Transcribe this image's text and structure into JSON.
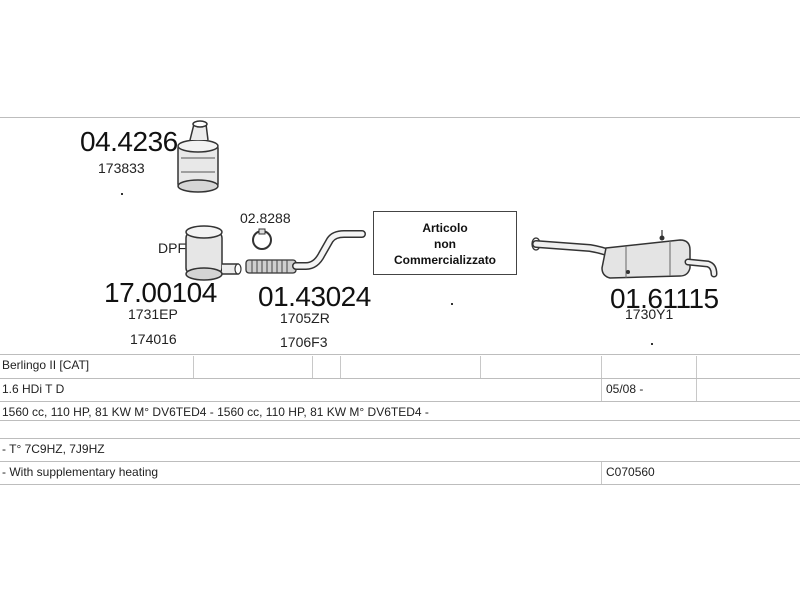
{
  "parts": [
    {
      "main_code": "04.4236",
      "sub_codes": [
        "173833"
      ]
    },
    {
      "prefix": "DPF",
      "main_code": "17.00104",
      "sub_codes": [
        "1731EP",
        "174016"
      ]
    },
    {
      "clamp_code": "02.8288",
      "main_code": "01.43024",
      "sub_codes": [
        "1705ZR",
        "1706F3"
      ]
    },
    {
      "main_code": "01.61115",
      "sub_codes": [
        "1730Y1"
      ]
    }
  ],
  "notice": [
    "Articolo",
    "non",
    "Commercializzato"
  ],
  "table": {
    "rows": [
      {
        "left": "Berlingo II  [CAT]",
        "right": ""
      },
      {
        "left": "1.6 HDi T D",
        "right": "05/08 -"
      },
      {
        "left": "1560 cc, 110 HP, 81 KW M° DV6TED4 - 1560 cc, 110 HP, 81 KW M° DV6TED4 -",
        "right": ""
      },
      {
        "left": "",
        "right": ""
      },
      {
        "left": "- T° 7C9HZ, 7J9HZ",
        "right": ""
      },
      {
        "left": "- With supplementary heating",
        "right": "C070560"
      }
    ]
  }
}
